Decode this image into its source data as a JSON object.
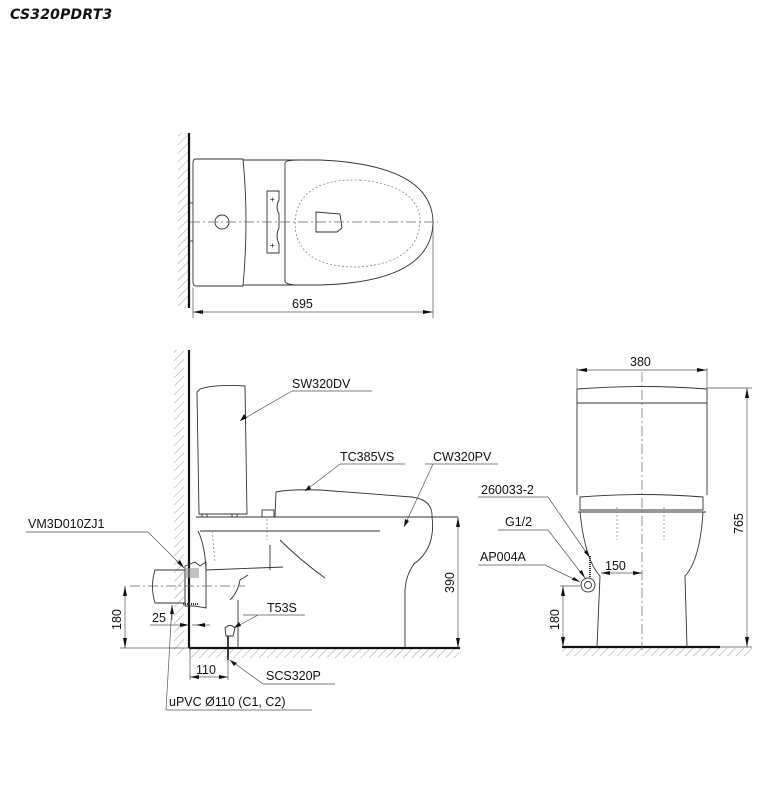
{
  "title": "CS320PDRT3",
  "top_view": {
    "dimensions": {
      "length": "695"
    }
  },
  "side_view": {
    "labels": {
      "tank": "SW320DV",
      "seat": "TC385VS",
      "bowl": "CW320PV",
      "flush_valve": "VM3D010ZJ1",
      "trap": "T53S",
      "flange": "SCS320P",
      "pipe": "uPVC Ø110 (C1, C2)"
    },
    "dimensions": {
      "bowl_height": "390",
      "pipe_height": "180",
      "wall_gap": "25",
      "outlet_offset": "110"
    }
  },
  "front_view": {
    "labels": {
      "hose": "260033-2",
      "thread": "G1/2",
      "stop_valve": "AP004A"
    },
    "dimensions": {
      "width": "380",
      "total_height": "765",
      "inlet_offset": "150",
      "inlet_height": "180"
    }
  }
}
